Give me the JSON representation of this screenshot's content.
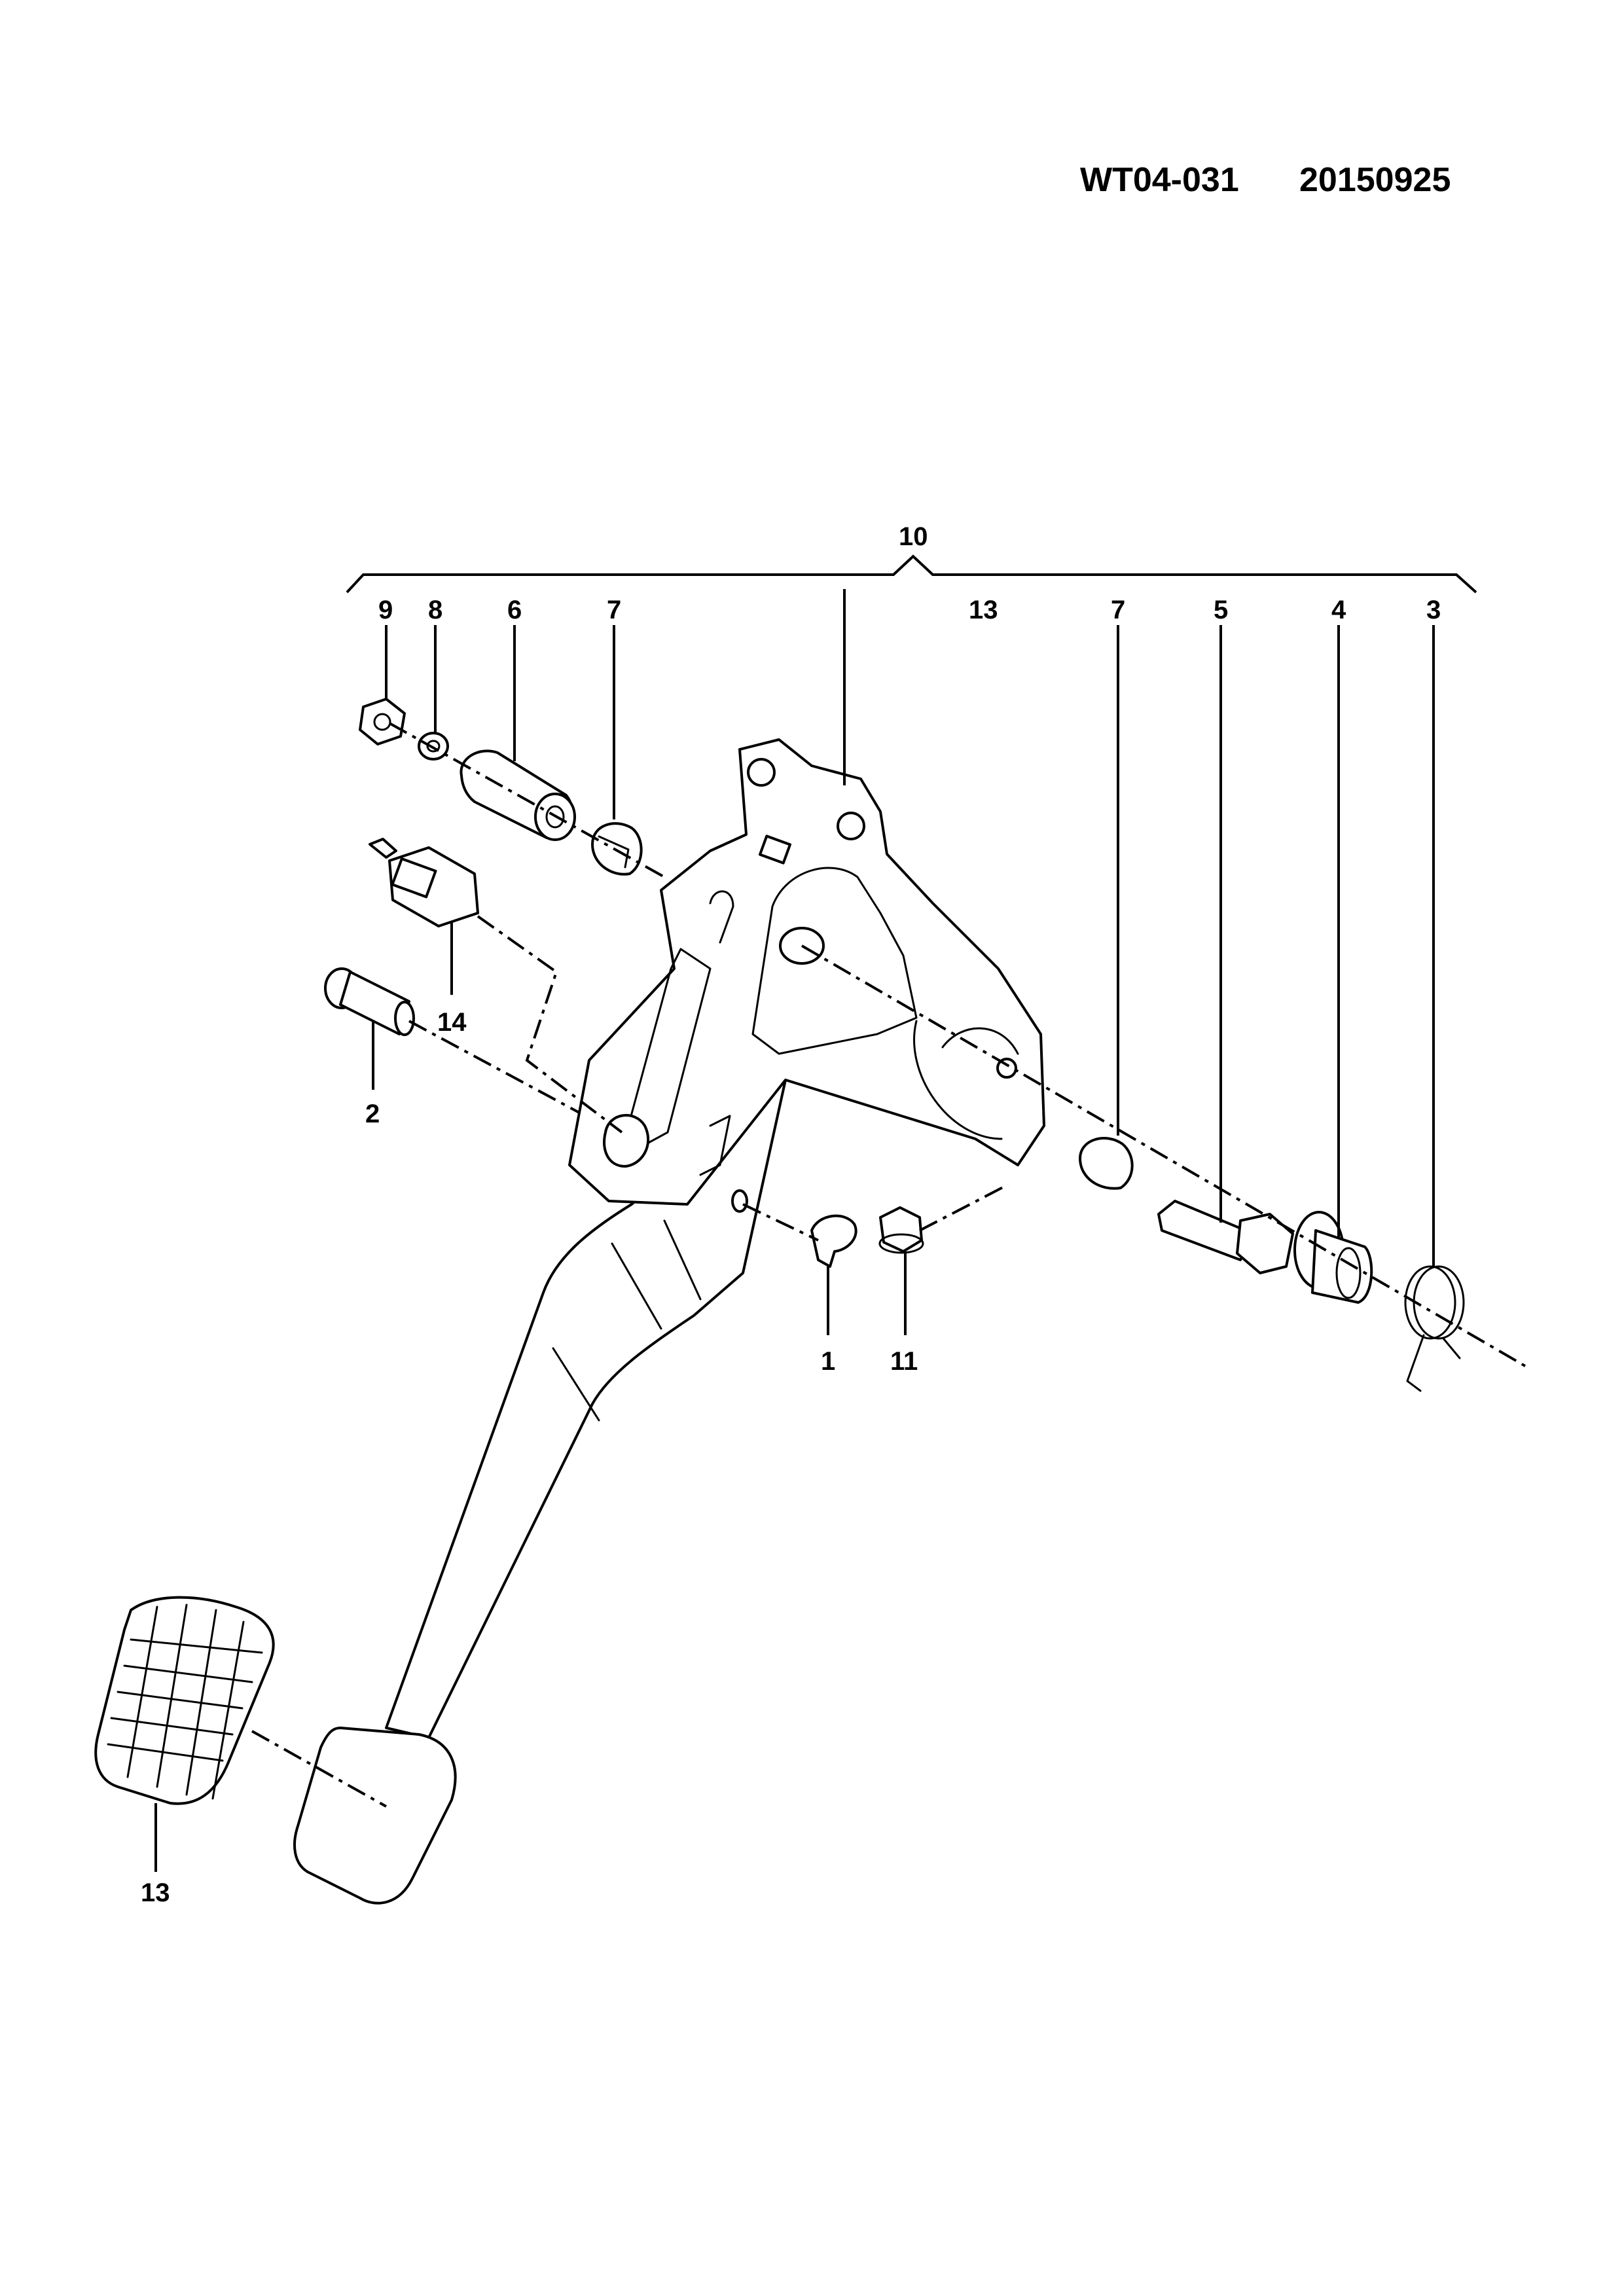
{
  "header": {
    "drawing_number": "WT04-031",
    "date_code": "20150925"
  },
  "callouts": {
    "c10": "10",
    "c9": "9",
    "c8": "8",
    "c6": "6",
    "c7a": "7",
    "c13a": "13",
    "c7b": "7",
    "c5": "5",
    "c4": "4",
    "c3": "3",
    "c14": "14",
    "c2": "2",
    "c1": "1",
    "c11": "11",
    "c13b": "13"
  }
}
